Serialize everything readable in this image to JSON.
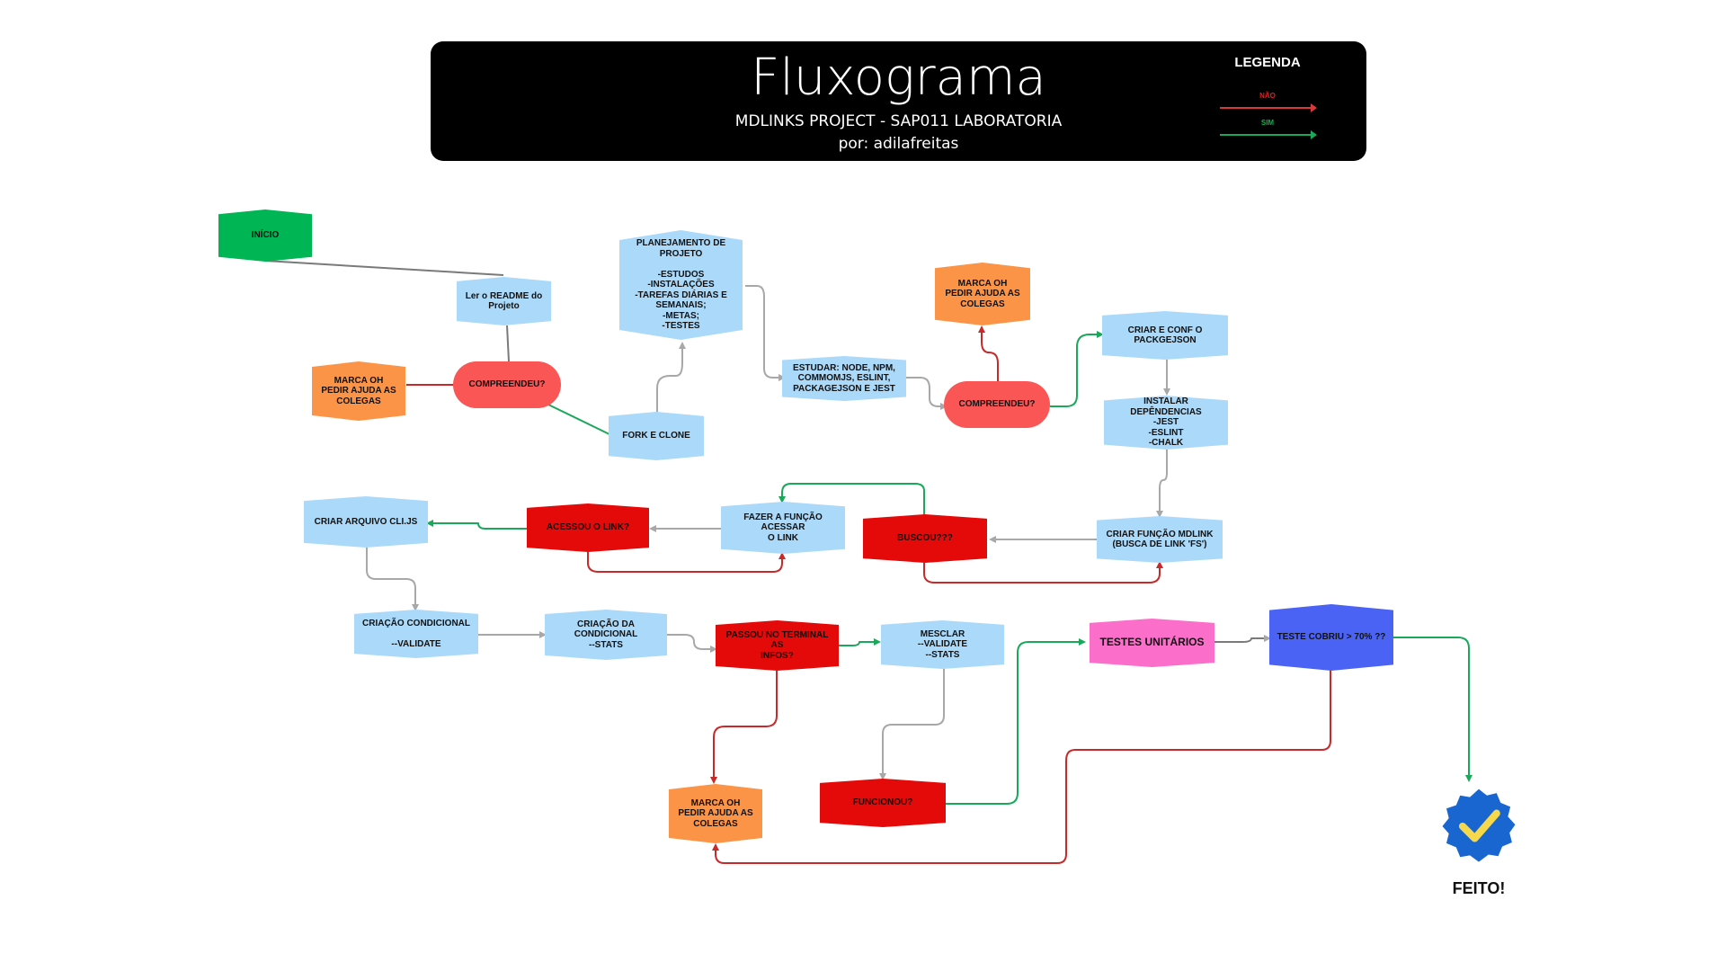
{
  "header": {
    "title": "Fluxograma",
    "subtitle": "MDLINKS PROJECT - SAP011 LABORATORIA",
    "author": "por: adilafreitas",
    "legend": {
      "title": "LEGENDA",
      "no": "NÃO",
      "yes": "SIM"
    }
  },
  "nodes": {
    "start": "INÍCIO",
    "readme": "Ler o README do\nProjeto",
    "understood1": "COMPREENDEU?",
    "help1": "MARCA OH\nPEDIR AJUDA AS\nCOLEGAS",
    "planning": "PLANEJAMENTO DE\nPROJETO\n\n-ESTUDOS\n-INSTALAÇÕES\n-TAREFAS DIÁRIAS E\nSEMANAIS;\n-METAS;\n-TESTES",
    "fork": "FORK E CLONE",
    "study": "ESTUDAR: NODE, NPM,\nCOMMOMJS, ESLINT,\nPACKAGEJSON E JEST",
    "understood2": "COMPREENDEU?",
    "help2": "MARCA OH\nPEDIR AJUDA AS\nCOLEGAS",
    "packagejson": "CRIAR E CONF O\nPACKGEJSON",
    "deps": "INSTALAR DEPÊNDENCIAS\n-JEST\n-ESLINT\n-CHALK",
    "mdlink": "CRIAR FUNÇÃO MDLINK\n(BUSCA DE LINK 'FS')",
    "searched": "BUSCOU???",
    "access_fn": "FAZER A FUNÇÃO ACESSAR\nO LINK",
    "accessed": "ACESSOU O LINK?",
    "cli": "CRIAR ARQUIVO CLI.JS",
    "cond_validate": "CRIAÇÃO CONDICIONAL\n\n--VALIDATE",
    "cond_stats": "CRIAÇÃO DA CONDICIONAL\n--STATS",
    "terminal": "PASSOU NO TERMINAL AS\nINFOS?",
    "merge": "MESCLAR\n--VALIDATE\n--STATS",
    "worked": "FUNCIONOU?",
    "unit_tests": "TESTES UNITÁRIOS",
    "coverage": "TESTE COBRIU > 70% ??",
    "help3": "MARCA OH\nPEDIR AJUDA AS\nCOLEGAS",
    "done": "FEITO!"
  },
  "colors": {
    "no": "#d83a3a",
    "yes": "#1aa85a",
    "neutral": "#a8a8a8",
    "start": "#00b553",
    "process": "#aad9fa",
    "help": "#fc9447",
    "decision": "#e50a0a",
    "decision_pill": "#fa5656",
    "tests": "#fb6ec9",
    "coverage": "#4b63f4",
    "badge": "#1a66d1",
    "check": "#f5d94a"
  },
  "icons": {
    "done_badge": "verified-check-badge-icon"
  }
}
